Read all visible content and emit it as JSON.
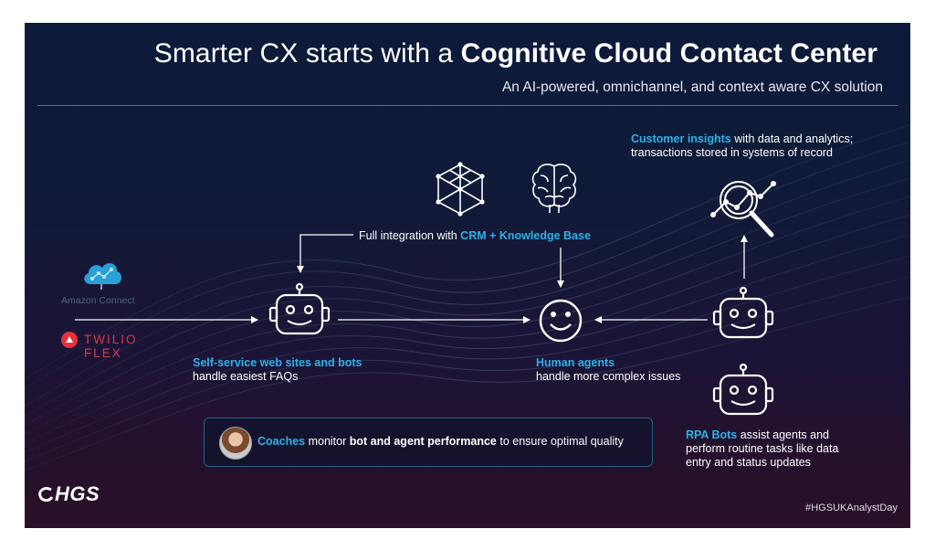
{
  "title": {
    "prefix": "Smarter CX starts with a ",
    "bold": "Cognitive Cloud Contact Center"
  },
  "subtitle": "An AI-powered, omnichannel, and context aware CX solution",
  "integration": {
    "prefix": "Full integration with ",
    "accent": "CRM + Knowledge Base"
  },
  "customer_insights": {
    "accent": "Customer insights",
    "rest_line1": " with data and analytics;",
    "line2": "transactions stored in systems of record"
  },
  "self_service": {
    "accent": "Self-service web sites and bots",
    "line2": "handle easiest FAQs"
  },
  "human_agents": {
    "accent": "Human agents",
    "line2": "handle more complex issues"
  },
  "rpa_bots": {
    "accent": "RPA Bots",
    "rest_line1": " assist agents and",
    "line2": "perform routine tasks like data",
    "line3": "entry and status updates"
  },
  "coaches": {
    "accent": "Coaches",
    "t1": " monitor ",
    "bold": "bot and agent performance",
    "t2": " to ensure optimal quality"
  },
  "sources": {
    "amazon": "Amazon Connect",
    "twilio": "TWILIO FLEX"
  },
  "logo": "HGS",
  "hashtag": "#HGSUKAnalystDay",
  "colors": {
    "accent": "#2ab2ea",
    "twilio": "#e8303a",
    "icon_stroke": "#ffffff"
  },
  "icons": [
    "network-cube-icon",
    "brain-icon",
    "analytics-magnifier-icon",
    "robot-icon",
    "smiley-face-icon",
    "cloud-connect-icon",
    "twilio-logo-icon",
    "coach-avatar"
  ]
}
